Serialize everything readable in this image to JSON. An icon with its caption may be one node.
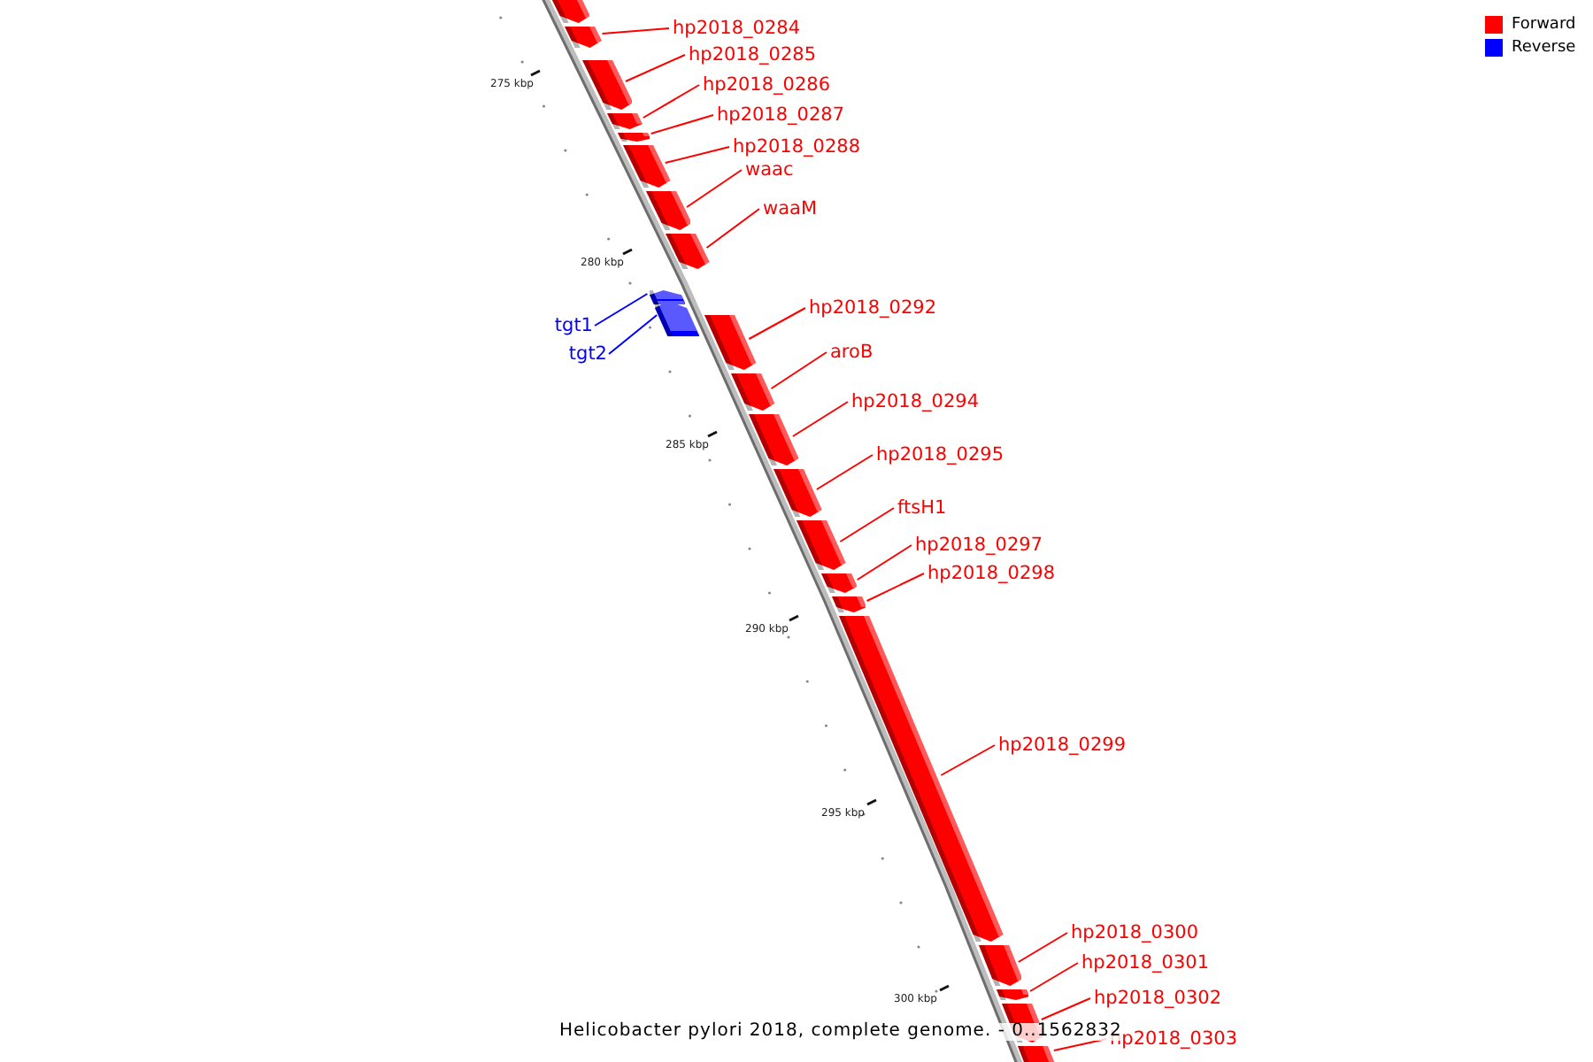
{
  "diagram": {
    "caption": "Helicobacter pylori 2018, complete genome. - 0..1562832",
    "nodes": [
      {
        "text": [],
        "shape": "bar"
      },
      {
        "text": [
          "hp2018_0284"
        ]
      },
      {
        "text": [],
        "shape": "bar"
      },
      {
        "text": [
          "hp2018_0285"
        ]
      },
      {
        "text": [],
        "shape": "bar"
      },
      {
        "text": [
          "hp2018_0286"
        ]
      },
      {
        "text": [],
        "shape": "bar"
      },
      {
        "text": [
          "hp2018_0287"
        ]
      },
      {
        "text": [],
        "shape": "bar"
      },
      {
        "text": [
          "hp2018_0288"
        ]
      },
      {
        "text": [],
        "shape": "bar"
      },
      {
        "text": [
          "waac"
        ]
      },
      {
        "text": [],
        "shape": "bar"
      },
      {
        "text": [
          "waaM"
        ]
      },
      {
        "text": [],
        "shape": "bar"
      },
      {
        "text": [
          "tgt1"
        ]
      },
      {
        "text": [],
        "shape": "bar"
      },
      {
        "text": [
          "tgt2"
        ]
      },
      {
        "text": [],
        "shape": "bar"
      },
      {
        "text": [
          "hp2018_0292"
        ]
      },
      {
        "text": [],
        "shape": "bar"
      },
      {
        "text": [
          "aroB"
        ]
      },
      {
        "text": [],
        "shape": "bar"
      },
      {
        "text": [
          "hp2018_0294"
        ]
      },
      {
        "text": [],
        "shape": "bar"
      },
      {
        "text": [
          "hp2018_0295"
        ]
      },
      {
        "text": [],
        "shape": "bar"
      },
      {
        "text": [
          "ftsH1"
        ]
      },
      {
        "text": [],
        "shape": "bar"
      },
      {
        "text": [
          "hp2018_0297"
        ]
      },
      {
        "text": [],
        "shape": "bar"
      },
      {
        "text": [
          "hp2018_0298"
        ]
      },
      {
        "text": [],
        "shape": "bar"
      },
      {
        "text": [
          "hp2018_0299"
        ]
      },
      {
        "text": [],
        "shape": "bar"
      },
      {
        "text": [
          "hp2018_0300"
        ]
      },
      {
        "text": [],
        "shape": "bar"
      },
      {
        "text": [
          "hp2018_0301"
        ]
      },
      {
        "text": [],
        "shape": "bar"
      },
      {
        "text": [
          "hp2018_0302"
        ]
      },
      {
        "text": [],
        "shape": "bar"
      },
      {
        "text": [
          "hp2018_0303"
        ]
      },
      {
        "text": [],
        "shape": "bar"
      }
    ],
    "edges": [
      {
        "from": 1,
        "to": 2,
        "arrow": "none"
      },
      {
        "from": 3,
        "to": 4,
        "arrow": "none"
      },
      {
        "from": 5,
        "to": 6,
        "arrow": "none"
      },
      {
        "from": 7,
        "to": 8,
        "arrow": "none"
      },
      {
        "from": 9,
        "to": 10,
        "arrow": "none"
      },
      {
        "from": 11,
        "to": 12,
        "arrow": "none"
      },
      {
        "from": 13,
        "to": 14,
        "arrow": "none"
      },
      {
        "from": 15,
        "to": 16,
        "arrow": "none",
        "color": "#0000ff"
      },
      {
        "from": 17,
        "to": 18,
        "arrow": "none",
        "color": "#0000ff"
      },
      {
        "from": 19,
        "to": 20,
        "arrow": "none"
      },
      {
        "from": 21,
        "to": 22,
        "arrow": "none"
      },
      {
        "from": 23,
        "to": 24,
        "arrow": "none"
      },
      {
        "from": 25,
        "to": 26,
        "arrow": "none"
      },
      {
        "from": 27,
        "to": 28,
        "arrow": "none"
      },
      {
        "from": 29,
        "to": 30,
        "arrow": "none"
      },
      {
        "from": 31,
        "to": 32,
        "arrow": "none"
      },
      {
        "from": 33,
        "to": 34,
        "arrow": "none"
      },
      {
        "from": 35,
        "to": 36,
        "arrow": "none"
      },
      {
        "from": 37,
        "to": 38,
        "arrow": "none"
      },
      {
        "from": 39,
        "to": 40,
        "arrow": "none"
      },
      {
        "from": 41,
        "to": 42,
        "arrow": "none"
      }
    ],
    "labels": [
      "275 kbp",
      "280 kbp",
      "285 kbp",
      "290 kbp",
      "295 kbp",
      "300 kbp"
    ],
    "legend": [
      {
        "text": "Forward",
        "color": "#ff0000"
      },
      {
        "text": "Reverse",
        "color": "#0000ff"
      }
    ]
  }
}
